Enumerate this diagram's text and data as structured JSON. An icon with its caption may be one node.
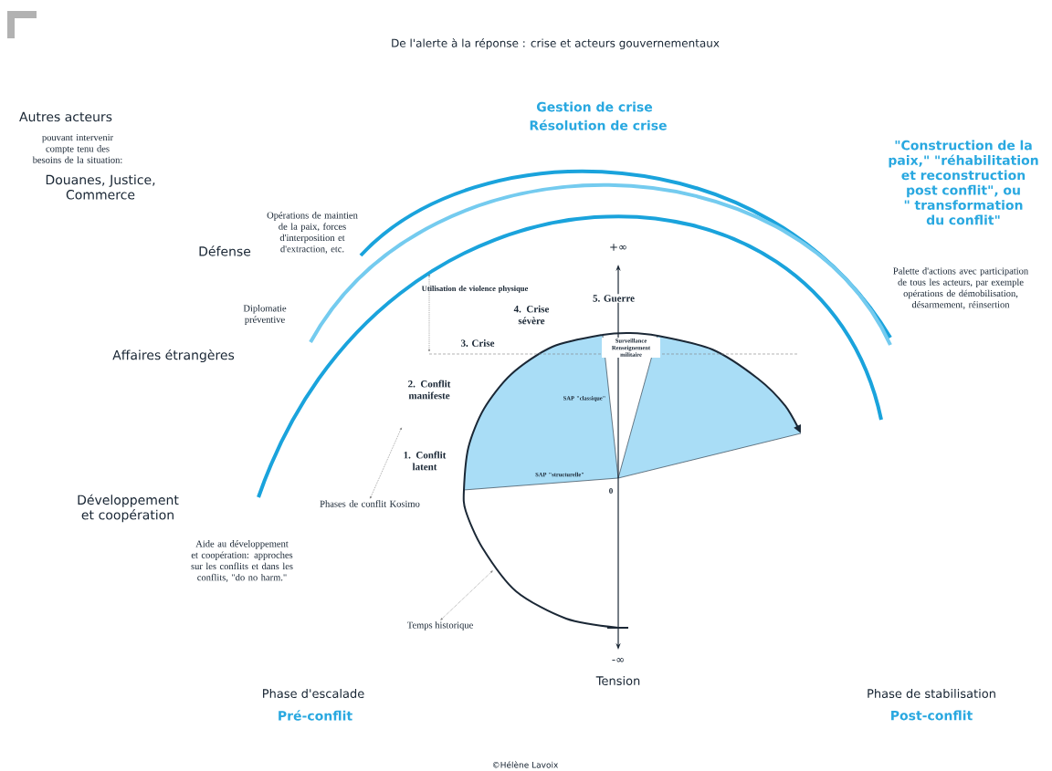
{
  "diagram": {
    "title": "De l'alerte à la réponse : crise et acteurs gouvernementaux",
    "nodes": [
      {
        "text": [
          "Phases de conflit Kosimo"
        ]
      },
      {
        "text": [
          "Temps historique"
        ]
      }
    ],
    "edges": [
      {
        "from": 0,
        "to": null,
        "arrow": "both",
        "style": "dashed"
      },
      {
        "from": 1,
        "to": null,
        "arrow": "both",
        "style": "dashed"
      }
    ],
    "labels": [
      "Gestion de crise",
      "Résolution de crise",
      "Autres acteurs",
      "pouvant intervenir compte tenu des besoins de la situation:",
      "Douanes, Justice, Commerce",
      "\"Construction de la paix,\" \"réhabilitation et reconstruction post conflit\", ou \" transformation du conflit\"",
      "Opérations de maintien de la paix, forces d'interposition et d'extraction, etc.",
      "Défense",
      "Palette d'actions avec participation de tous les acteurs, par exemple opérations de démobilisation, désarmement, réinsertion",
      "+∞",
      "Utilisation de violence physique",
      "5. Guerre",
      "4. Crise sévère",
      "Diplomatie préventive",
      "Affaires étrangères",
      "3. Crise",
      "Surveillance Renseignement militaire",
      "2. Conflit manifeste",
      "SAP \"classique\"",
      "1. Conflit latent",
      "SAP \"structurelle\"",
      "0",
      "Développement et coopération",
      "Aide au développement et coopération: approches sur les conflits et dans les conflits, \"do no harm.\"",
      "-∞",
      "Tension",
      "Phase d'escalade",
      "Pré-conflit",
      "Phase de stabilisation",
      "Post-conflit",
      "©Hélène Lavoix"
    ]
  }
}
